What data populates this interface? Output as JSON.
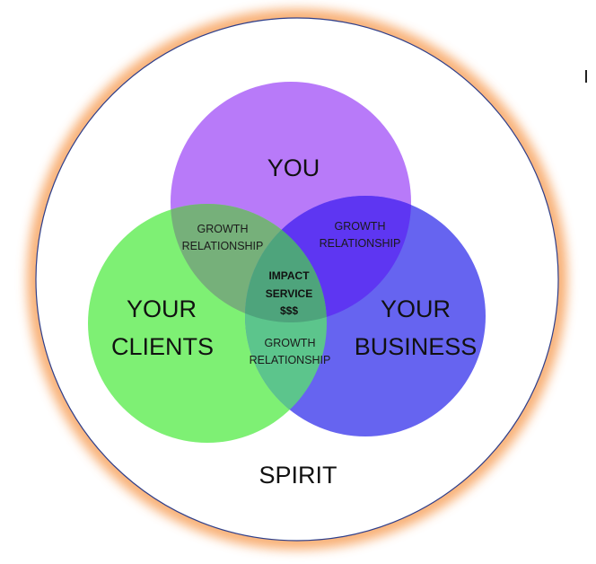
{
  "diagram": {
    "type": "venn",
    "outer_label": "SPIRIT",
    "circles": [
      {
        "key": "you",
        "lines": [
          "YOU"
        ],
        "color": "#b06ef8"
      },
      {
        "key": "clients",
        "lines": [
          "YOUR",
          "CLIENTS"
        ],
        "color": "#77ee6b"
      },
      {
        "key": "business",
        "lines": [
          "YOUR",
          "BUSINESS"
        ],
        "color": "#5b58f1"
      }
    ],
    "intersections": {
      "you_clients": [
        "GROWTH",
        "RELATIONSHIP"
      ],
      "you_business": [
        "GROWTH",
        "RELATIONSHIP"
      ],
      "clients_business": [
        "GROWTH",
        "RELATIONSHIP"
      ],
      "center": [
        "IMPACT",
        "SERVICE",
        "$$$"
      ]
    },
    "colors": {
      "outer_glow": "#f7a25d",
      "outer_stroke": "#2f3f8a",
      "background": "#ffffff"
    }
  }
}
